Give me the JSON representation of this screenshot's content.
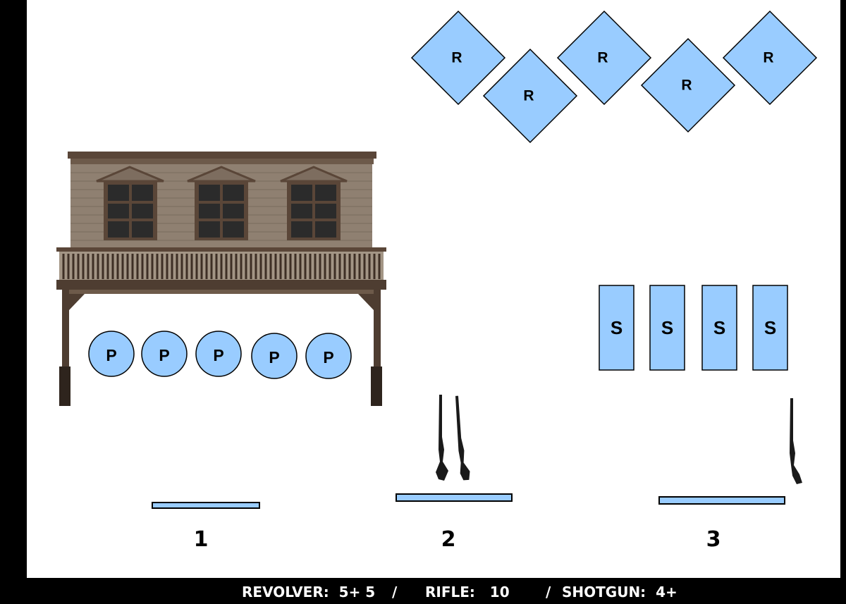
{
  "colors": {
    "target_fill": "#99ccff",
    "target_stroke": "#000000",
    "shooting_line_fill": "#99ccff",
    "building_wall": "#8a7b6b",
    "building_trim": "#5a4638",
    "footer_bg": "#000000",
    "footer_text": "#ffffff"
  },
  "targets": {
    "rifle": {
      "label": "R",
      "count": 5
    },
    "pistol": {
      "label": "P",
      "count": 5
    },
    "shotgun": {
      "label": "S",
      "count": 4
    }
  },
  "positions": [
    {
      "number": "1"
    },
    {
      "number": "2"
    },
    {
      "number": "3"
    }
  ],
  "footer": {
    "revolver": "REVOLVER:  5+ 5",
    "sep1": "/",
    "rifle": "RIFLE:   10",
    "sep2": "/",
    "shotgun": "SHOTGUN:  4+"
  },
  "icons": {
    "building": "western-saloon-building",
    "rifle": "lever-action-rifle-icon"
  }
}
